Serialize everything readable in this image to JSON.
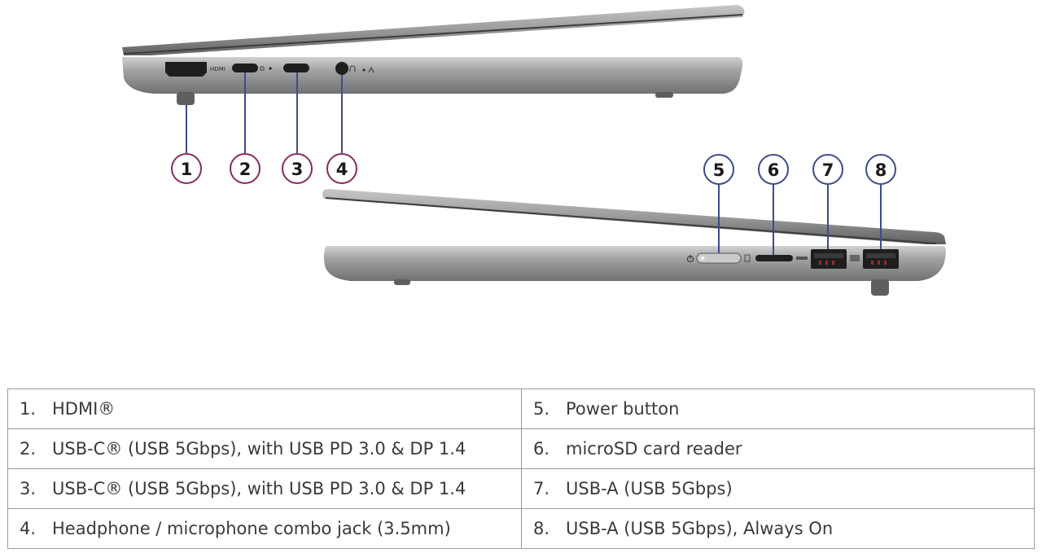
{
  "callouts": {
    "left_side": [
      "1",
      "2",
      "3",
      "4"
    ],
    "right_side": [
      "5",
      "6",
      "7",
      "8"
    ]
  },
  "port_labels": {
    "hdmi": "HDMI"
  },
  "colors": {
    "chassis": "#8f9091",
    "chassis_light": "#b4b5b6",
    "callout_circle": "#8a2a5e",
    "leader_line": "#3f4a8c"
  },
  "ports_table": [
    {
      "left": {
        "num": "1.",
        "text": "HDMI®"
      },
      "right": {
        "num": "5.",
        "text": "Power button"
      }
    },
    {
      "left": {
        "num": "2.",
        "text": "USB-C® (USB 5Gbps), with USB PD 3.0 & DP 1.4"
      },
      "right": {
        "num": "6.",
        "text": "microSD card reader"
      }
    },
    {
      "left": {
        "num": "3.",
        "text": "USB-C® (USB 5Gbps), with USB PD 3.0 & DP 1.4"
      },
      "right": {
        "num": "7.",
        "text": "USB-A (USB 5Gbps)"
      }
    },
    {
      "left": {
        "num": "4.",
        "text": "Headphone / microphone combo jack (3.5mm)"
      },
      "right": {
        "num": "8.",
        "text": "USB-A (USB 5Gbps), Always On"
      }
    }
  ]
}
